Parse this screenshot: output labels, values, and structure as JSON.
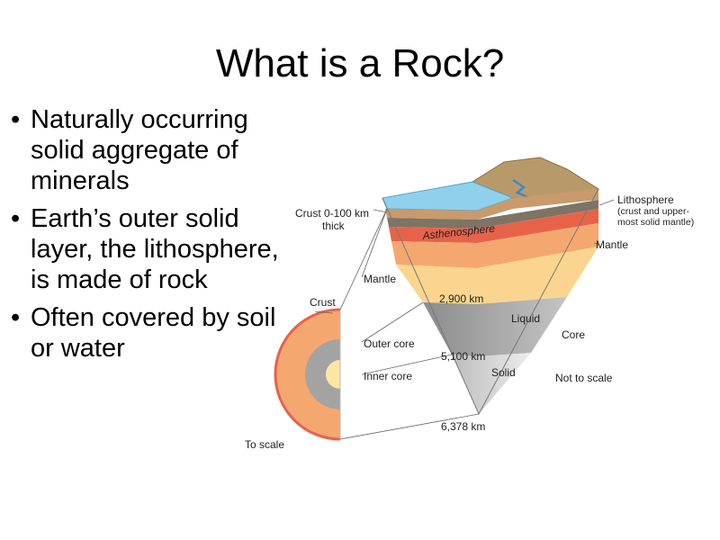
{
  "slide": {
    "title": "What is a Rock?",
    "bullets": [
      "Naturally occurring solid aggregate of minerals",
      "Earth’s outer solid layer, the lithosphere, is made of rock",
      "Often covered by soil or water"
    ]
  },
  "diagram": {
    "labels": {
      "crust_thickness_1": "Crust 0-100 km",
      "crust_thickness_2": "thick",
      "lithosphere_1": "Lithosphere",
      "lithosphere_2": "(crust and upper-",
      "lithosphere_3": "most solid mantle)",
      "asthenosphere": "Asthenosphere",
      "mantle_right": "Mantle",
      "mantle_left": "Mantle",
      "crust": "Crust",
      "depth_2900": "2,900 km",
      "liquid": "Liquid",
      "outer_core": "Outer core",
      "core": "Core",
      "depth_5100": "5,100 km",
      "solid": "Solid",
      "inner_core": "Inner core",
      "not_to_scale": "Not to scale",
      "depth_6378": "6,378 km",
      "to_scale": "To scale"
    },
    "colors": {
      "ocean": "#8fd0ec",
      "crust": "#e8d2a6",
      "asthenosphere": "#e8624a",
      "upper_mantle": "#f4a870",
      "lower_mantle": "#fbd58f",
      "outer_core": "#a3a3a3",
      "inner_core": "#d6d6d6"
    }
  }
}
